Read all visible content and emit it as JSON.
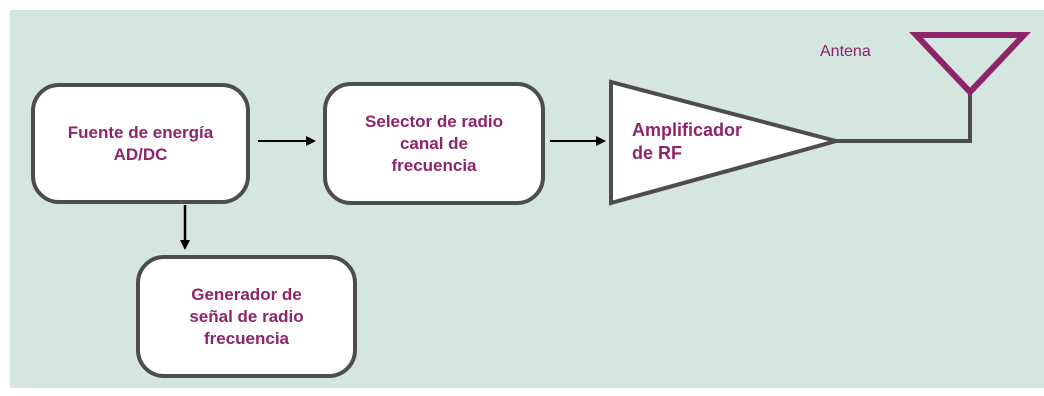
{
  "diagram": {
    "nodes": {
      "power_source": "Fuente de energía\nAD/DC",
      "channel_selector": "Selector de radio\ncanal de\nfrecuencia",
      "rf_generator": "Generador de\nseñal de radio\nfrecuencia",
      "rf_amplifier": "Amplificador\nde RF"
    },
    "antenna_label": "Antena",
    "edges": [
      {
        "from": "power_source",
        "to": "channel_selector"
      },
      {
        "from": "channel_selector",
        "to": "rf_amplifier"
      },
      {
        "from": "power_source",
        "to": "rf_generator"
      },
      {
        "from": "rf_amplifier",
        "to": "antenna"
      }
    ],
    "colors": {
      "background": "#d5e5e0",
      "text": "#8e2469",
      "stroke": "#4d4d4d",
      "arrow": "#000000"
    }
  }
}
